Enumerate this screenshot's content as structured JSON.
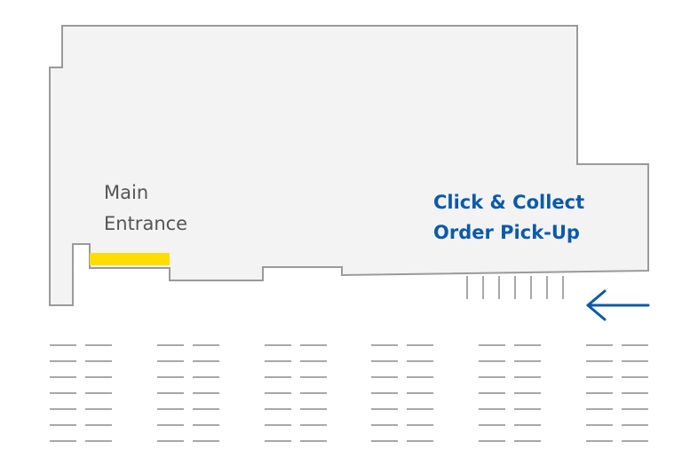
{
  "map": {
    "main_entrance": {
      "line1": "Main",
      "line2": "Entrance",
      "highlight_color": "#FFDD00"
    },
    "pickup": {
      "line1": "Click & Collect",
      "line2": "Order Pick-Up",
      "color": "#0A5AA8"
    },
    "direction_arrow": {
      "icon": "arrow-left-icon",
      "color": "#0A5AA8"
    },
    "colors": {
      "building_fill": "#F3F3F3",
      "building_stroke": "#9A9A9A",
      "parking_lines": "#A8A8A8"
    }
  }
}
